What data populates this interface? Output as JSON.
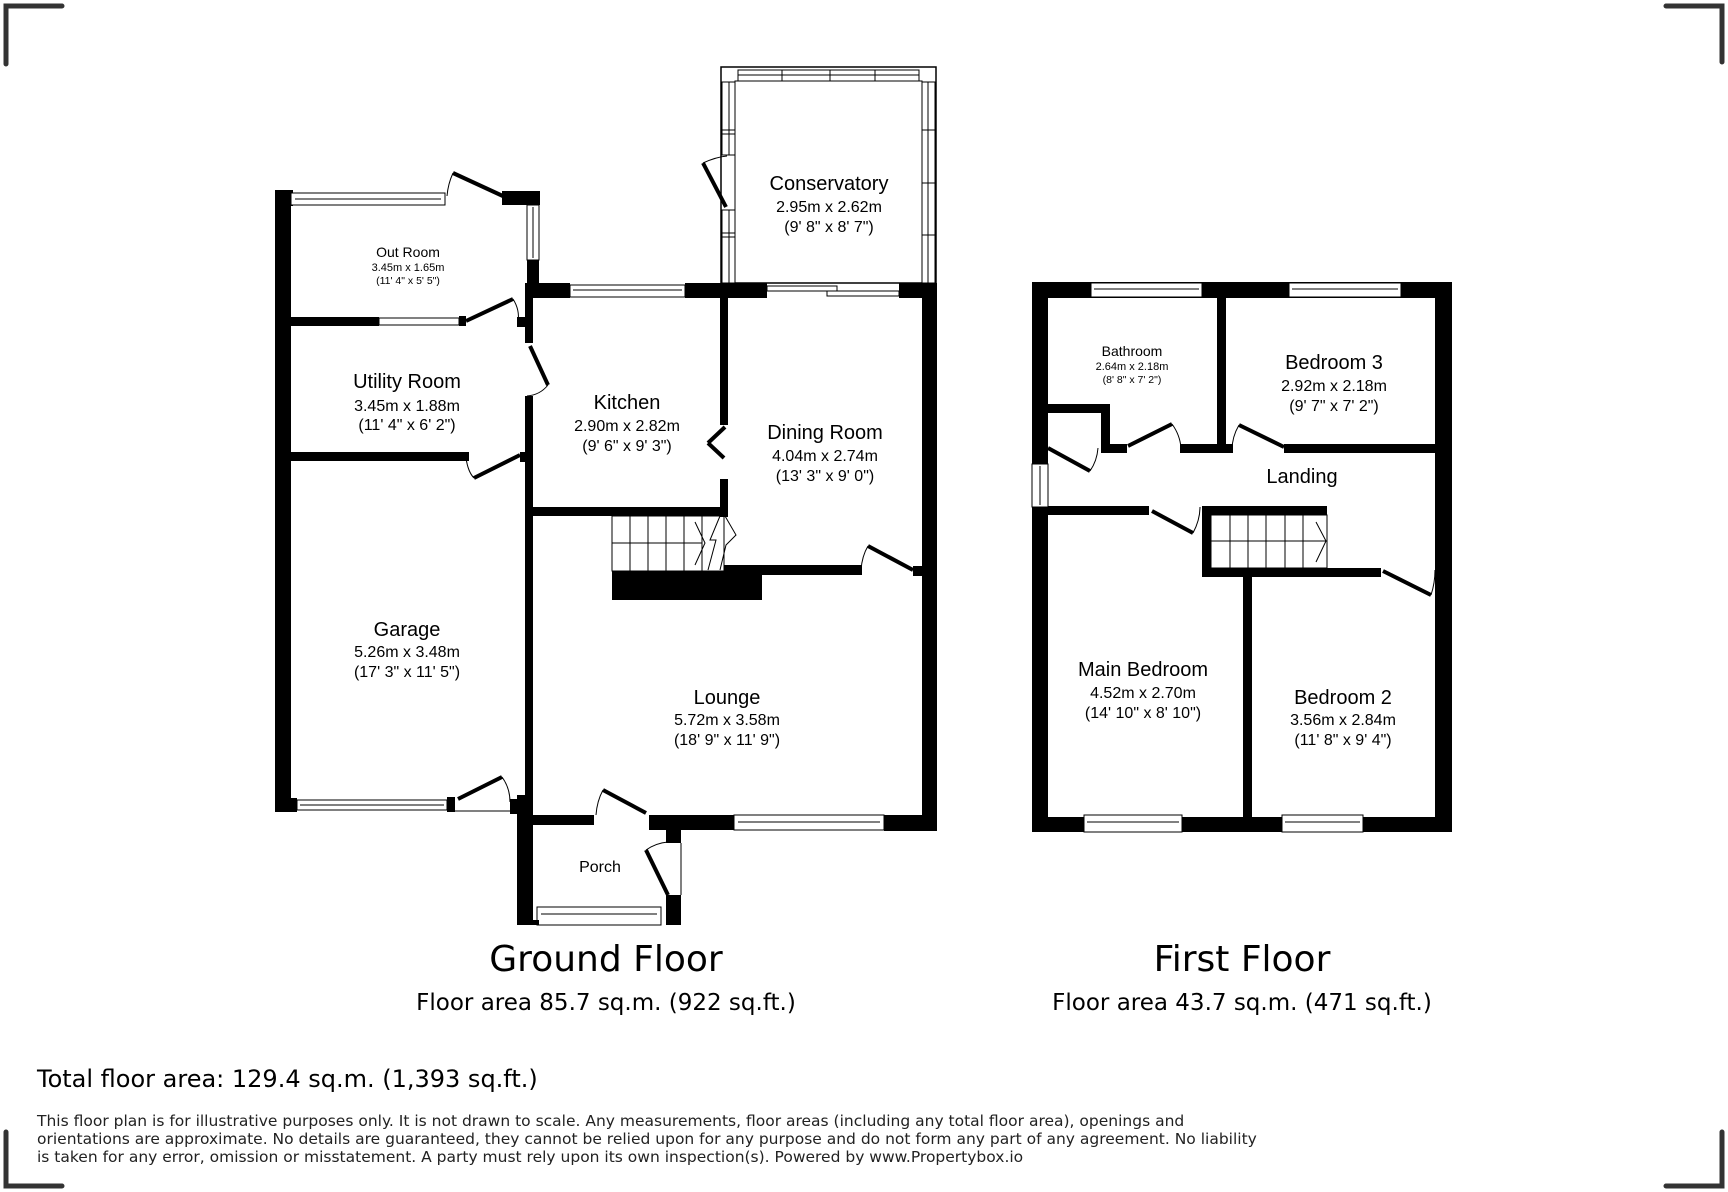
{
  "ground_floor": {
    "title": "Ground Floor",
    "area": "Floor area 85.7 sq.m. (922 sq.ft.)",
    "rooms": [
      {
        "name": "Out Room",
        "metric": "3.45m x 1.65m",
        "imperial": "(11' 4\" x 5' 5\")"
      },
      {
        "name": "Conservatory",
        "metric": "2.95m x 2.62m",
        "imperial": "(9' 8\" x 8' 7\")"
      },
      {
        "name": "Utility Room",
        "metric": "3.45m x 1.88m",
        "imperial": "(11' 4\" x 6' 2\")"
      },
      {
        "name": "Kitchen",
        "metric": "2.90m x 2.82m",
        "imperial": "(9' 6\" x 9' 3\")"
      },
      {
        "name": "Dining Room",
        "metric": "4.04m x 2.74m",
        "imperial": "(13' 3\" x 9' 0\")"
      },
      {
        "name": "Garage",
        "metric": "5.26m x 3.48m",
        "imperial": "(17' 3\" x 11' 5\")"
      },
      {
        "name": "Lounge",
        "metric": "5.72m x 3.58m",
        "imperial": "(18' 9\" x 11' 9\")"
      },
      {
        "name": "Porch",
        "metric": "",
        "imperial": ""
      }
    ]
  },
  "first_floor": {
    "title": "First Floor",
    "area": "Floor area 43.7 sq.m. (471 sq.ft.)",
    "rooms": [
      {
        "name": "Bathroom",
        "metric": "2.64m x 2.18m",
        "imperial": "(8' 8\" x 7' 2\")"
      },
      {
        "name": "Bedroom 3",
        "metric": "2.92m x 2.18m",
        "imperial": "(9' 7\" x 7' 2\")"
      },
      {
        "name": "Landing",
        "metric": "",
        "imperial": ""
      },
      {
        "name": "Main Bedroom",
        "metric": "4.52m x 2.70m",
        "imperial": "(14' 10\" x 8' 10\")"
      },
      {
        "name": "Bedroom 2",
        "metric": "3.56m x 2.84m",
        "imperial": "(11' 8\" x 9' 4\")"
      }
    ]
  },
  "total_area": "Total floor area: 129.4 sq.m. (1,393 sq.ft.)",
  "disclaimer": "This floor plan is for illustrative purposes only. It is not drawn to scale. Any measurements, floor areas (including any total floor area), openings and orientations are approximate. No details are guaranteed, they cannot be relied upon for any purpose and do not form any part of any agreement. No liability is taken for any error, omission or misstatement. A party must rely upon its own inspection(s). Powered by www.Propertybox.io",
  "colors": {
    "wall": "#000000",
    "corner_marks": "#333333",
    "background": "#ffffff"
  }
}
